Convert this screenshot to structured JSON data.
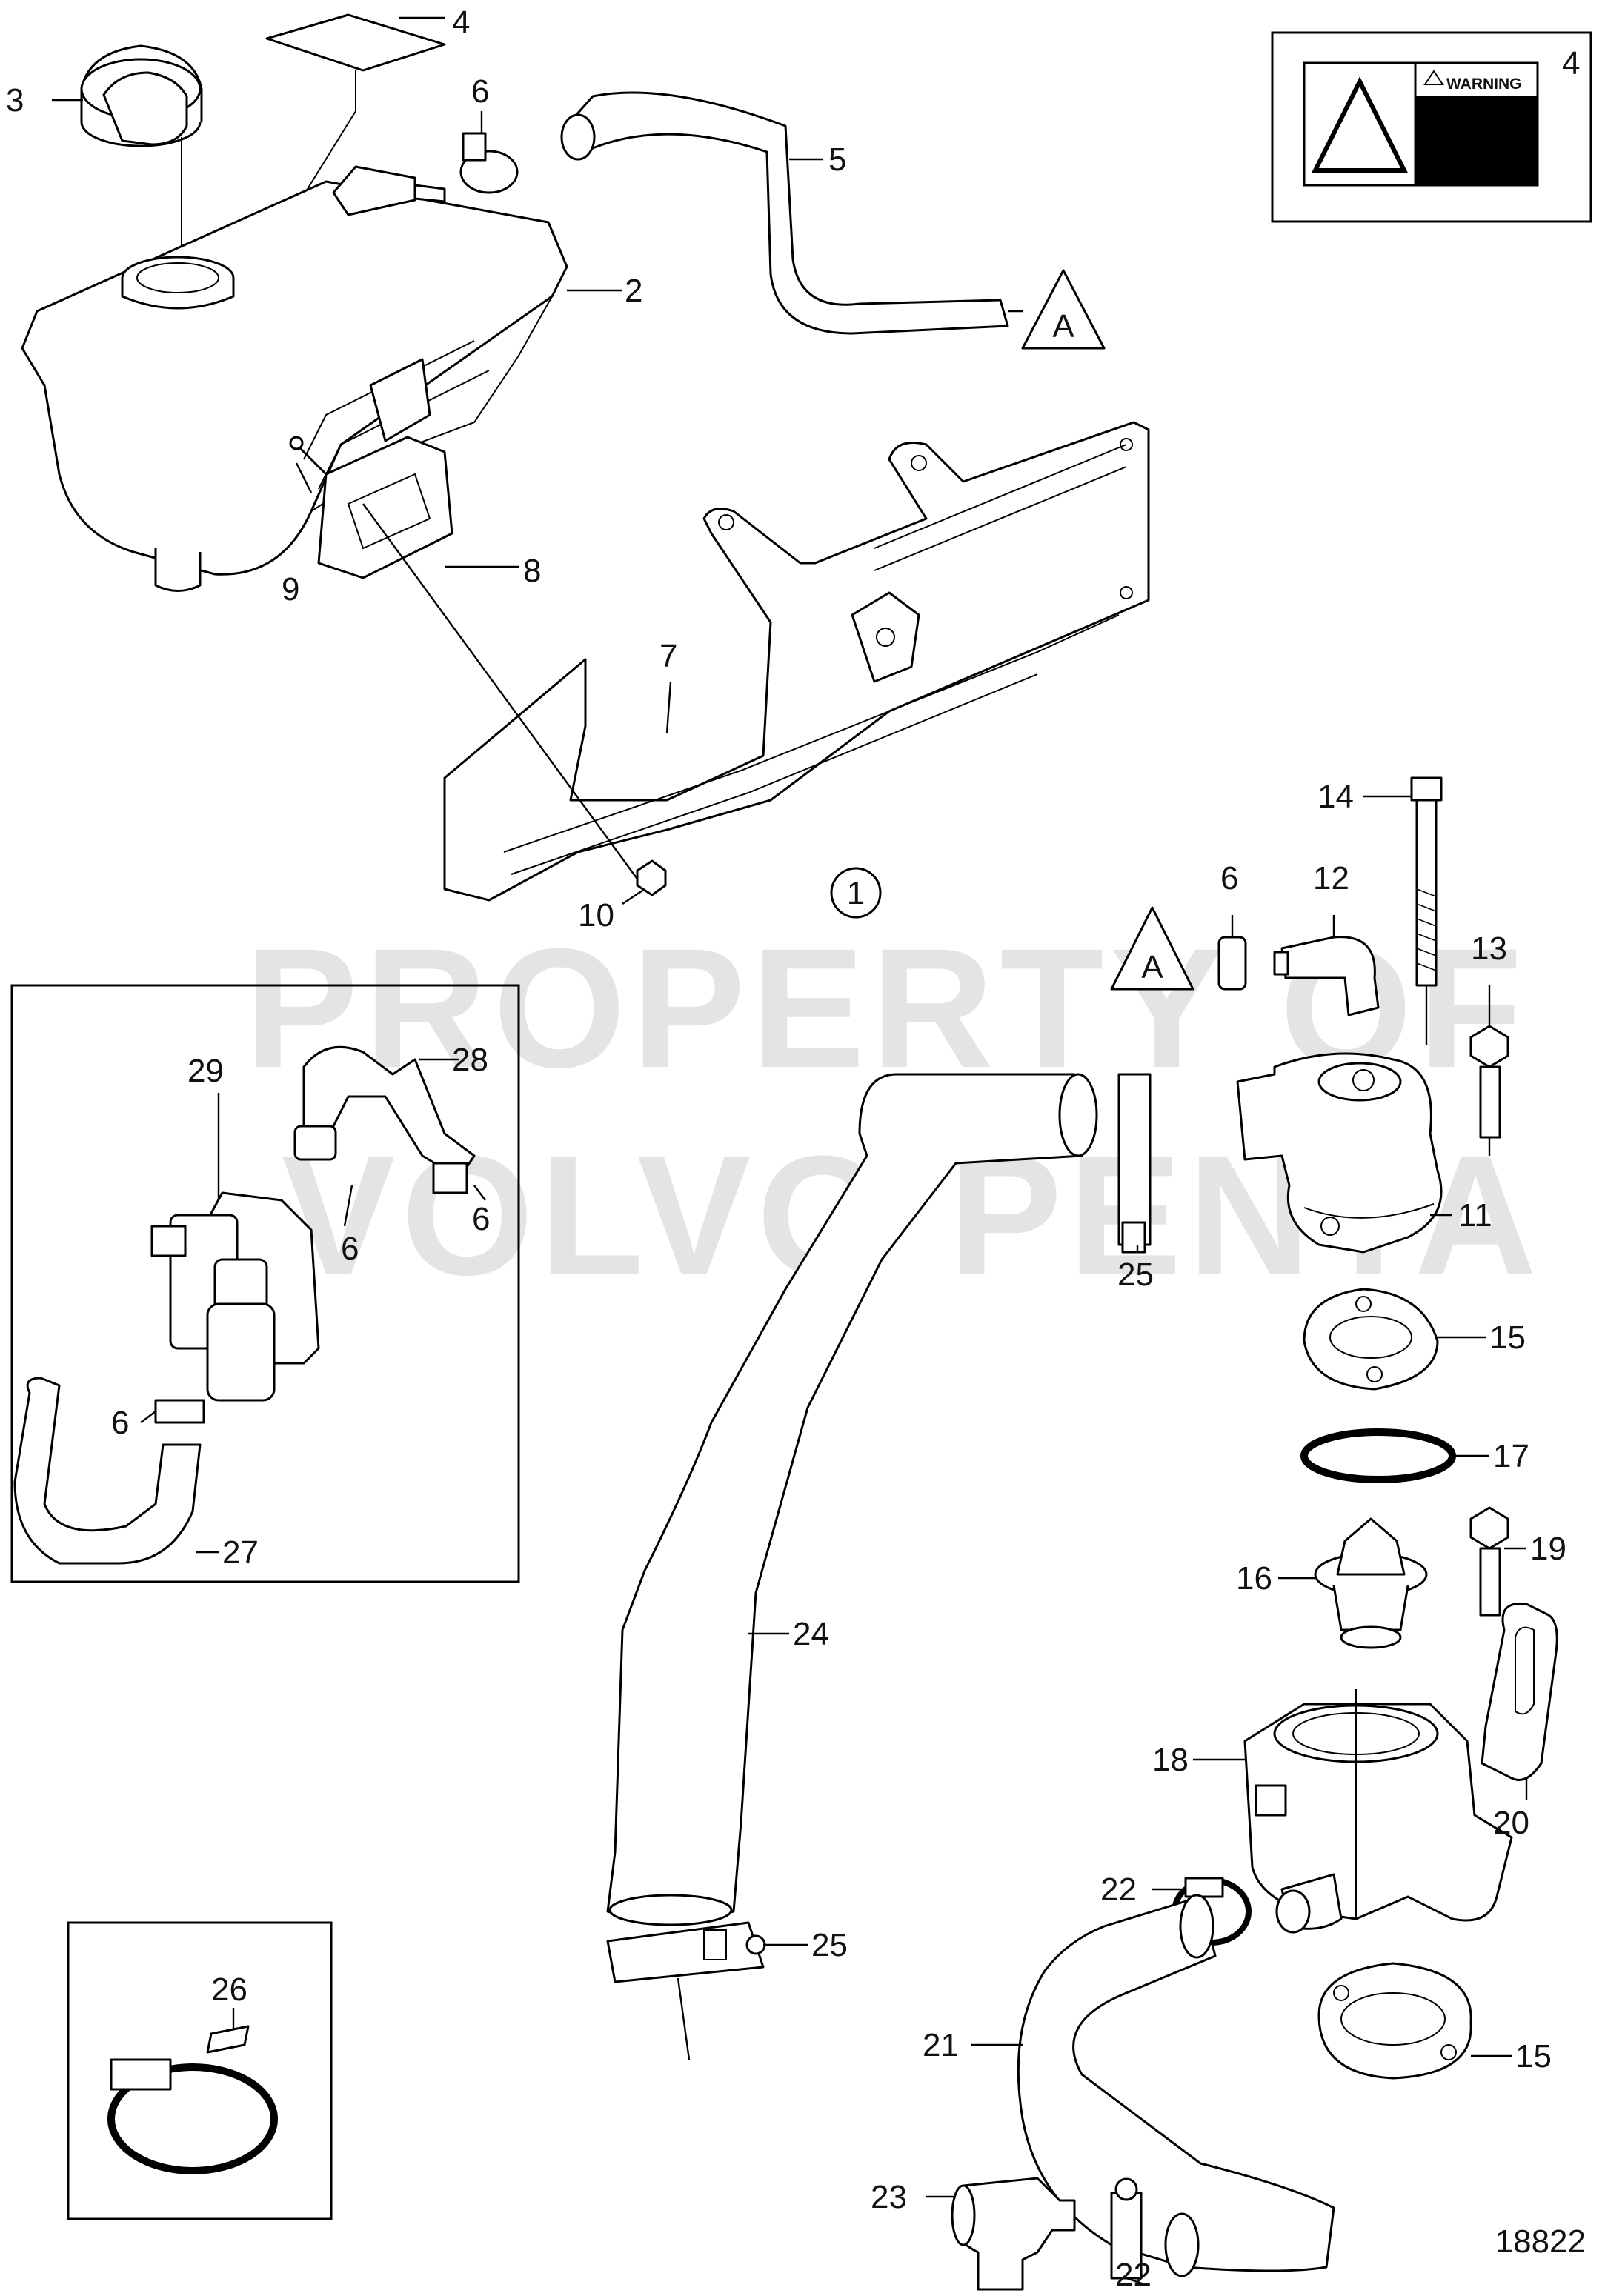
{
  "callouts": [
    {
      "id": "3",
      "text": "3"
    },
    {
      "id": "4a",
      "text": "4"
    },
    {
      "id": "4b",
      "text": "4"
    },
    {
      "id": "6a",
      "text": "6"
    },
    {
      "id": "5",
      "text": "5"
    },
    {
      "id": "2",
      "text": "2"
    },
    {
      "id": "8",
      "text": "8"
    },
    {
      "id": "9",
      "text": "9"
    },
    {
      "id": "7",
      "text": "7"
    },
    {
      "id": "10",
      "text": "10"
    },
    {
      "id": "14",
      "text": "14"
    },
    {
      "id": "6b",
      "text": "6"
    },
    {
      "id": "12",
      "text": "12"
    },
    {
      "id": "13",
      "text": "13"
    },
    {
      "id": "29",
      "text": "29"
    },
    {
      "id": "28",
      "text": "28"
    },
    {
      "id": "6c",
      "text": "6"
    },
    {
      "id": "6d",
      "text": "6"
    },
    {
      "id": "11",
      "text": "11"
    },
    {
      "id": "25a",
      "text": "25"
    },
    {
      "id": "15a",
      "text": "15"
    },
    {
      "id": "6e",
      "text": "6"
    },
    {
      "id": "27",
      "text": "27"
    },
    {
      "id": "17",
      "text": "17"
    },
    {
      "id": "19",
      "text": "19"
    },
    {
      "id": "16",
      "text": "16"
    },
    {
      "id": "24",
      "text": "24"
    },
    {
      "id": "18",
      "text": "18"
    },
    {
      "id": "20",
      "text": "20"
    },
    {
      "id": "22a",
      "text": "22"
    },
    {
      "id": "25b",
      "text": "25"
    },
    {
      "id": "26",
      "text": "26"
    },
    {
      "id": "21",
      "text": "21"
    },
    {
      "id": "15b",
      "text": "15"
    },
    {
      "id": "23",
      "text": "23"
    },
    {
      "id": "22b",
      "text": "22"
    }
  ],
  "reference_markers": {
    "triangle_a1": "A",
    "triangle_a2": "A",
    "circle_1": "1"
  },
  "warning_label": {
    "text": "WARNING"
  },
  "watermark": {
    "line1": "PROPERTY OF",
    "line2": "VOLVO PENTA"
  },
  "figure_number": "18822"
}
